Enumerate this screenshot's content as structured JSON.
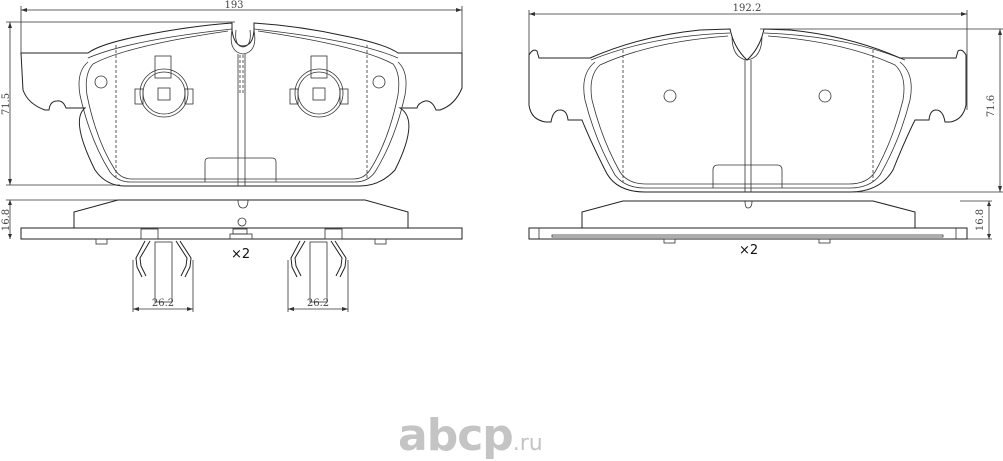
{
  "drawing": {
    "left_pad": {
      "width_label": "193",
      "height_label": "71.5",
      "thickness_label": "16.8",
      "clip_width_labels": [
        "26.2",
        "26.2"
      ],
      "quantity_label": "×2"
    },
    "right_pad": {
      "width_label": "192.2",
      "height_label": "71.6",
      "thickness_label": "16.8",
      "quantity_label": "×2"
    }
  },
  "watermark": {
    "brand": "abcp",
    "tld": ".ru",
    "color": "#c4c4c4"
  }
}
